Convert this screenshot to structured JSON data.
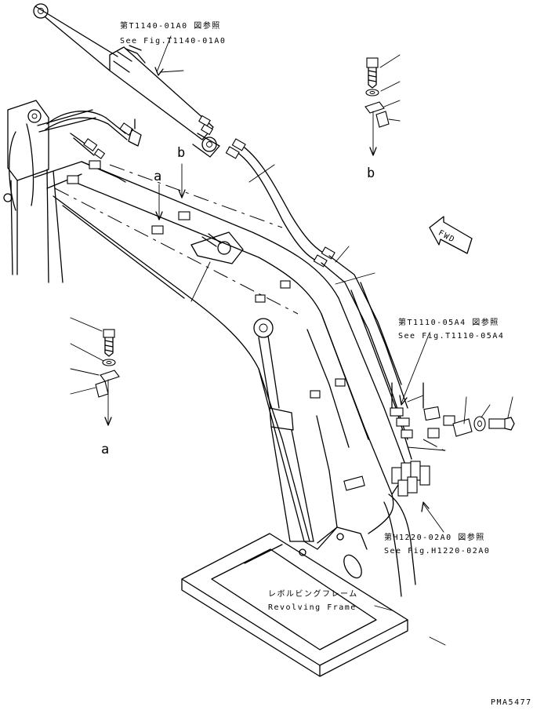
{
  "references": {
    "ref_top": {
      "jp": "第T1140-01A0 図参照",
      "en": "See Fig.T1140-01A0"
    },
    "ref_mid": {
      "jp": "第T1110-05A4 図参照",
      "en": "See Fig.T1110-05A4"
    },
    "ref_bottom": {
      "jp": "第H1220-02A0 図参照",
      "en": "See Fig.H1220-02A0"
    }
  },
  "callouts": {
    "a_left": "a",
    "a_mid": "a",
    "b_mid": "b",
    "b_right": "b"
  },
  "fwd_label": "FWD",
  "frame_label": {
    "jp": "レボルビングフレーム",
    "en": "Revolving Frame"
  },
  "drawing_code": "PMA5477"
}
